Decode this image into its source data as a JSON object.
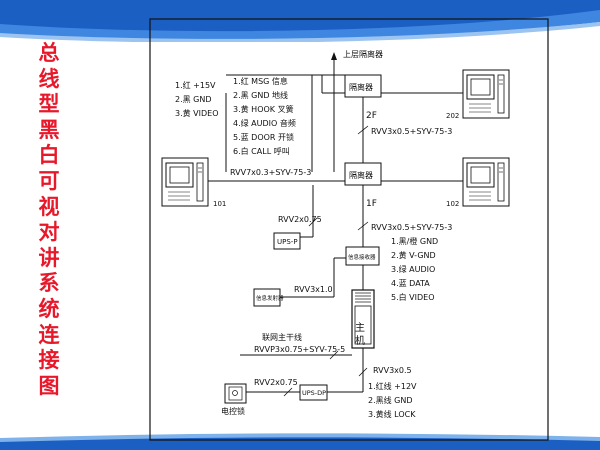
{
  "slide": {
    "title": "总线型黑白可视对讲系统连接图"
  },
  "diagram": {
    "upper_isolator_label": "上层隔离器",
    "isolator_2f_label": "隔离器",
    "isolator_1f_label": "隔离器",
    "floor_2f": "2F",
    "floor_1f": "1F",
    "indoor_202_label": "202",
    "indoor_102_label": "102",
    "indoor_101_label": "101",
    "power_legend": [
      "1.红 +15V",
      "2.黑 GND",
      "3.黄 VIDEO"
    ],
    "bus_legend": [
      "1.红 MSG  信息",
      "2.黑 GND  地线",
      "3.黄 HOOK  叉簧",
      "4.绿 AUDIO  音频",
      "5.蓝 DOOR  开锁",
      "6.白 CALL  呼叫"
    ],
    "cable_riser_upper": "RVV3x0.5+SYV-75-3",
    "cable_101": "RVV7x0.3+SYV-75-3",
    "cable_power_ups": "RVV2x0.75",
    "cable_riser_lower": "RVV3x0.5+SYV-75-3",
    "ups_p_label": "UPS-P",
    "info_unit_label": "信息接收器",
    "video_legend": [
      "1.黑/橙 GND",
      "2.黄 V-GND",
      "3.绿 AUDIO",
      "4.蓝 DATA",
      "5.白 VIDEO"
    ],
    "cable_info_unit": "RVV3x1.0",
    "info_terminal_label": "信息发射器",
    "main_unit_label": "主机",
    "network_trunk_label": "联网主干线",
    "cable_network": "RVVP3x0.75+SYV-75-5",
    "cable_lock": "RVV3x0.5",
    "cable_ups_dp": "RVV2x0.75",
    "ups_dp_label": "UPS-DP",
    "lock_label": "电控锁",
    "lock_legend": [
      "1.红线 +12V",
      "2.黑线 GND",
      "3.黄线 LOCK"
    ]
  }
}
